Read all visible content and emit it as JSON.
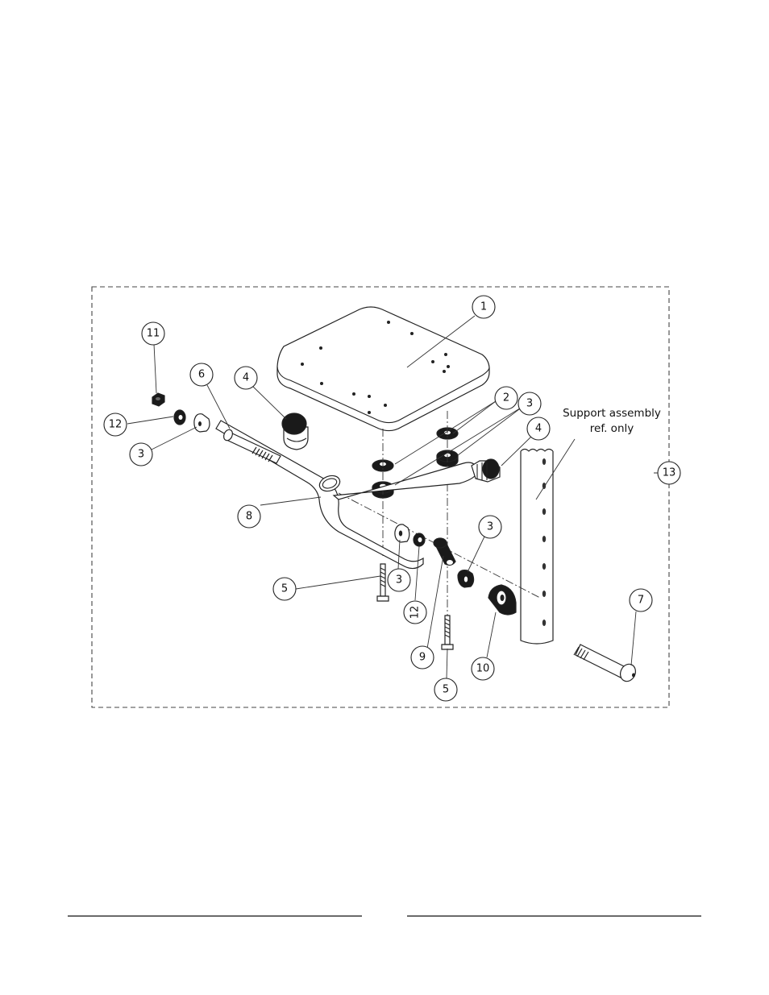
{
  "callouts": [
    {
      "id": "c1",
      "label": "1"
    },
    {
      "id": "c2",
      "label": "2"
    },
    {
      "id": "c3a",
      "label": "3"
    },
    {
      "id": "c4a",
      "label": "4"
    },
    {
      "id": "c4b",
      "label": "4"
    },
    {
      "id": "c3b",
      "label": "3"
    },
    {
      "id": "c3c",
      "label": "3"
    },
    {
      "id": "c3d",
      "label": "3"
    },
    {
      "id": "c5a",
      "label": "5"
    },
    {
      "id": "c5b",
      "label": "5"
    },
    {
      "id": "c6",
      "label": "6"
    },
    {
      "id": "c7",
      "label": "7"
    },
    {
      "id": "c8",
      "label": "8"
    },
    {
      "id": "c9",
      "label": "9"
    },
    {
      "id": "c10",
      "label": "10"
    },
    {
      "id": "c11",
      "label": "11"
    },
    {
      "id": "c12a",
      "label": "12"
    },
    {
      "id": "c12b",
      "label": "12"
    },
    {
      "id": "c13",
      "label": "13"
    }
  ],
  "support_note": {
    "line1": "Support assembly",
    "line2": "ref. only"
  },
  "colors": {
    "line": "#222222",
    "part_fill": "#ffffff",
    "dark_fill": "#1a1a1a"
  }
}
